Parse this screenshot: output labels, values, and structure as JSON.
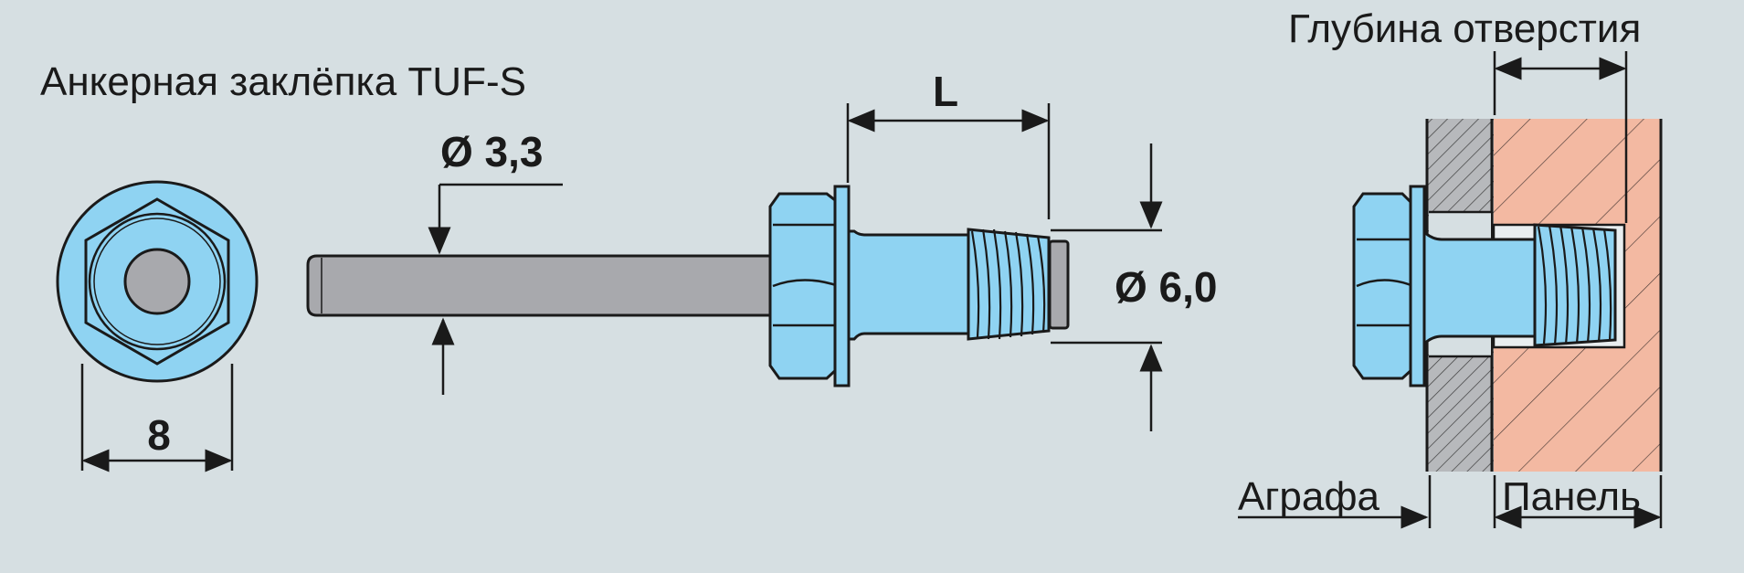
{
  "title": "Анкерная заклёпка  TUF-S",
  "dimensions": {
    "mandrel_diameter": "Ø 3,3",
    "length": "L",
    "rivet_diameter": "Ø 6,0",
    "hex_size": "8"
  },
  "install_labels": {
    "hole_depth": "Глубина отверстия",
    "bracket": "Аграфа",
    "panel": "Панель"
  },
  "colors": {
    "background": "#d6dfe2",
    "rivet_blue": "#8fd3f2",
    "mandrel_gray": "#a8a9ad",
    "panel_salmon": "#f3b9a2",
    "bracket_gray": "#b7b9bc"
  }
}
